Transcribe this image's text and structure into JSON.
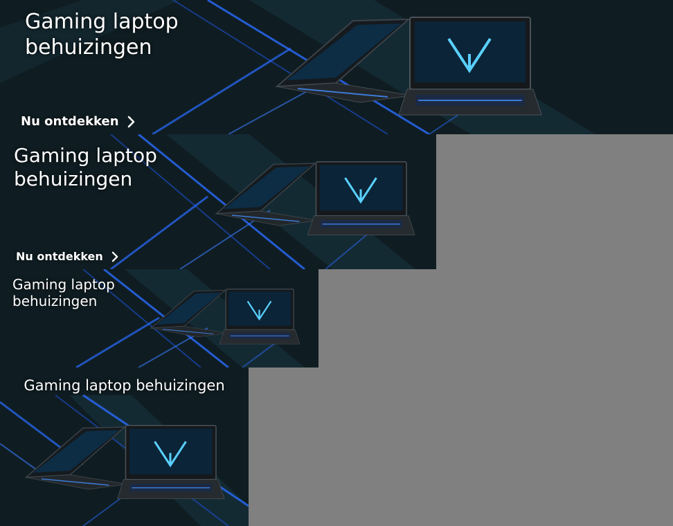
{
  "banners": [
    {
      "id": "large",
      "title_line1": "Gaming laptop",
      "title_line2": "behuizingen",
      "cta_label": "Nu ontdekken"
    },
    {
      "id": "medium",
      "title_line1": "Gaming laptop",
      "title_line2": "behuizingen",
      "cta_label": "Nu ontdekken"
    },
    {
      "id": "small",
      "title_line1": "Gaming laptop",
      "title_line2": "behuizingen"
    },
    {
      "id": "mobile",
      "title": "Gaming laptop behuizingen"
    }
  ],
  "colors": {
    "banner_bg": "#0f1d22",
    "stripe_blue": "#2a6cff",
    "screen_glow": "#5ad0ff",
    "page_bg": "#808080"
  },
  "icons": {
    "cta_arrow": "chevron-right-icon"
  }
}
